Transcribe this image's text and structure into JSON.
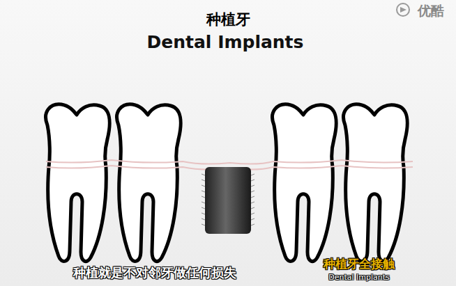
{
  "diagram": {
    "title": "种植牙",
    "labels": [
      "Dental Implants",
      "种植就是不对邻牙做任何损失",
      "种植牙全接触",
      "Dental Implants",
      "优酷"
    ]
  }
}
